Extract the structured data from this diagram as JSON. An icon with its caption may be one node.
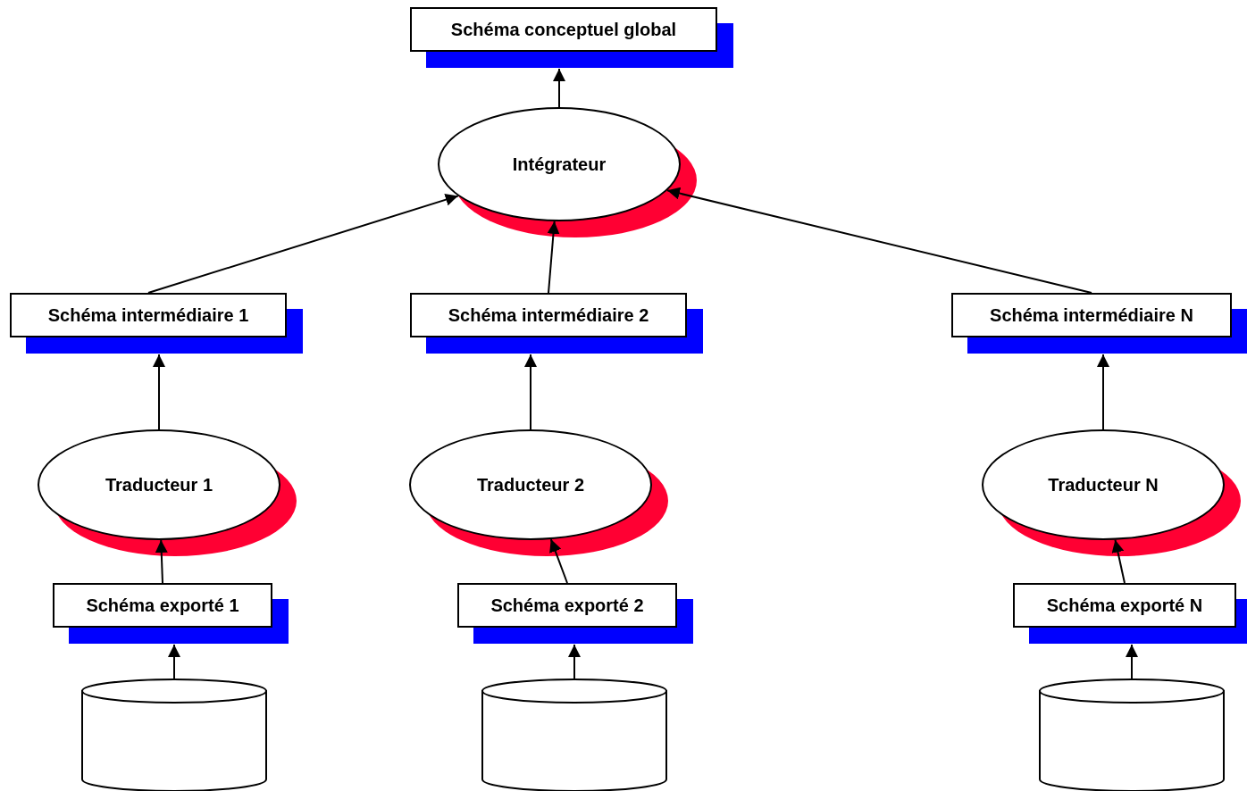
{
  "diagram": {
    "nodes": [
      {
        "text": [
          "Schéma conceptuel global"
        ]
      },
      {
        "text": [
          "Intégrateur"
        ]
      },
      {
        "text": [
          "Schéma intermédiaire 1"
        ]
      },
      {
        "text": [
          "Schéma intermédiaire 2"
        ]
      },
      {
        "text": [
          "Schéma intermédiaire N"
        ]
      },
      {
        "text": [
          "Traducteur 1"
        ]
      },
      {
        "text": [
          "Traducteur 2"
        ]
      },
      {
        "text": [
          "Traducteur N"
        ]
      },
      {
        "text": [
          "Schéma exporté 1"
        ]
      },
      {
        "text": [
          "Schéma exporté 2"
        ]
      },
      {
        "text": [
          "Schéma exporté N"
        ]
      },
      {
        "text": [],
        "shape": "cylinder"
      },
      {
        "text": [],
        "shape": "cylinder"
      },
      {
        "text": [],
        "shape": "cylinder"
      }
    ],
    "edges": [
      {
        "from": 1,
        "to": 0,
        "arrow": "to"
      },
      {
        "from": 2,
        "to": 1,
        "arrow": "to"
      },
      {
        "from": 3,
        "to": 1,
        "arrow": "to"
      },
      {
        "from": 4,
        "to": 1,
        "arrow": "to"
      },
      {
        "from": 5,
        "to": 2,
        "arrow": "to"
      },
      {
        "from": 6,
        "to": 3,
        "arrow": "to"
      },
      {
        "from": 7,
        "to": 4,
        "arrow": "to"
      },
      {
        "from": 8,
        "to": 5,
        "arrow": "to"
      },
      {
        "from": 9,
        "to": 6,
        "arrow": "to"
      },
      {
        "from": 10,
        "to": 7,
        "arrow": "to"
      },
      {
        "from": 11,
        "to": 8,
        "arrow": "to"
      },
      {
        "from": 12,
        "to": 9,
        "arrow": "to"
      },
      {
        "from": 13,
        "to": 10,
        "arrow": "to"
      }
    ]
  }
}
